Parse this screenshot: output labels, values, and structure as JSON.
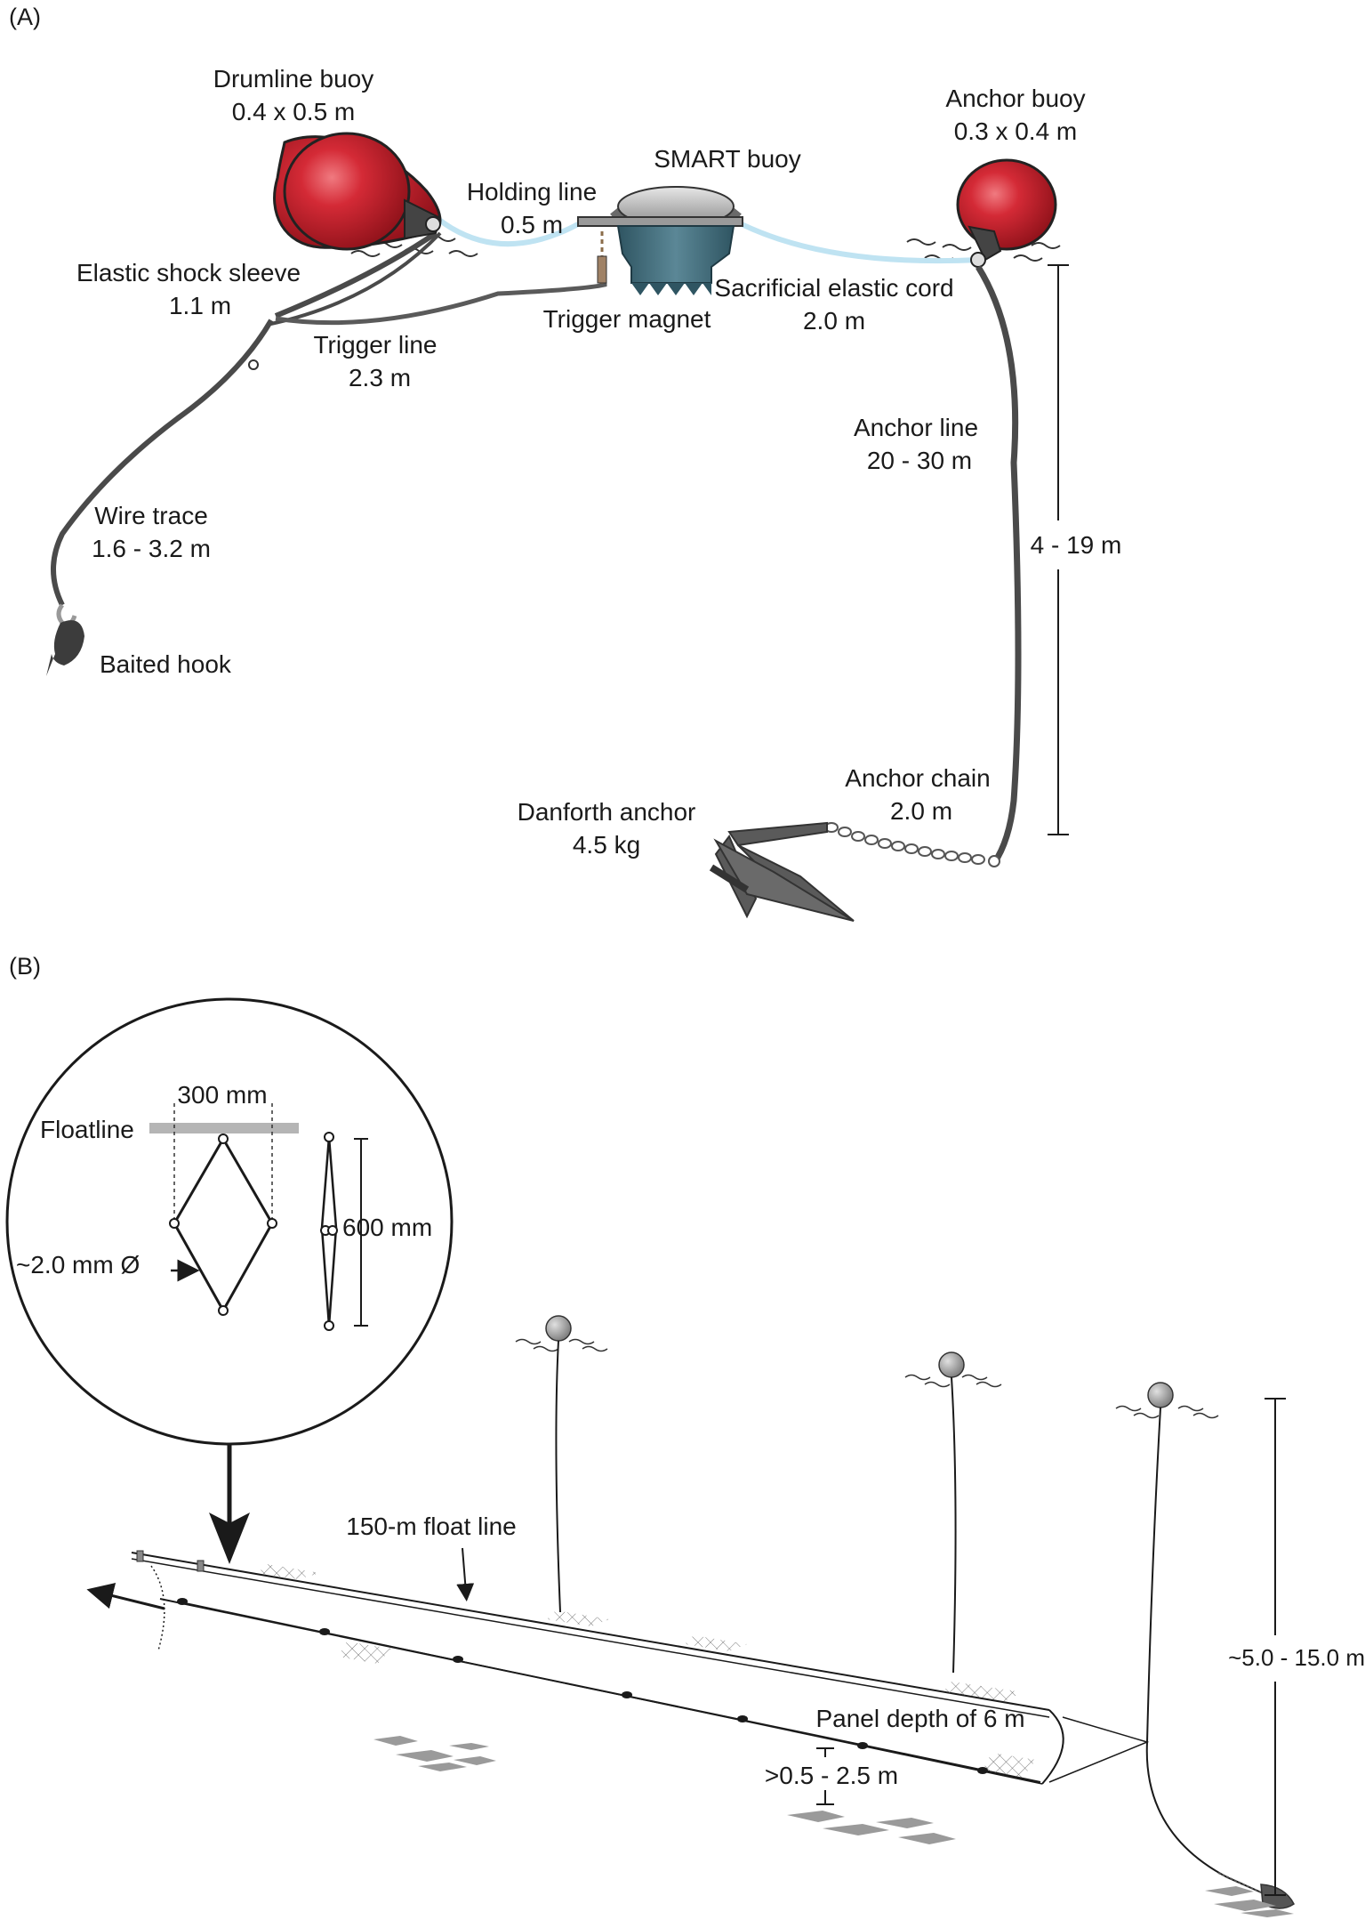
{
  "panel_a": {
    "tag": "(A)",
    "drumline_buoy": {
      "title": "Drumline buoy",
      "size": "0.4 x 0.5 m"
    },
    "anchor_buoy": {
      "title": "Anchor buoy",
      "size": "0.3 x 0.4 m"
    },
    "smart_buoy": {
      "title": "SMART buoy"
    },
    "holding_line": {
      "title": "Holding line",
      "length": "0.5 m"
    },
    "elastic_shock_sleeve": {
      "title": "Elastic shock sleeve",
      "length": "1.1 m"
    },
    "trigger_magnet": {
      "title": "Trigger magnet"
    },
    "sacrificial_cord": {
      "title": "Sacrificial elastic cord",
      "length": "2.0 m"
    },
    "trigger_line": {
      "title": "Trigger line",
      "length": "2.3 m"
    },
    "wire_trace": {
      "title": "Wire trace",
      "length": "1.6 - 3.2 m"
    },
    "baited_hook": {
      "title": "Baited hook"
    },
    "anchor_line": {
      "title": "Anchor line",
      "length": "20 - 30 m"
    },
    "depth_range": "4 - 19 m",
    "anchor_chain": {
      "title": "Anchor chain",
      "length": "2.0 m"
    },
    "danforth_anchor": {
      "title": "Danforth anchor",
      "weight": "4.5 kg"
    }
  },
  "panel_b": {
    "tag": "(B)",
    "inset": {
      "width": "300 mm",
      "floatline": "Floatline",
      "mesh_diameter": "~2.0 mm Ø",
      "height": "600 mm"
    },
    "float_line": "150-m float line",
    "depth_range": "~5.0 - 15.0 m",
    "panel_depth": "Panel depth of 6 m",
    "clearance": ">0.5 - 2.5 m"
  },
  "colors": {
    "buoy_red": "#cc1f2b",
    "line_dark": "#4a4a4a",
    "cord_light_blue": "#bfe3f2",
    "smart_buoy_body": "#3f6a78",
    "grey_buoy": "#9a9a9a"
  }
}
